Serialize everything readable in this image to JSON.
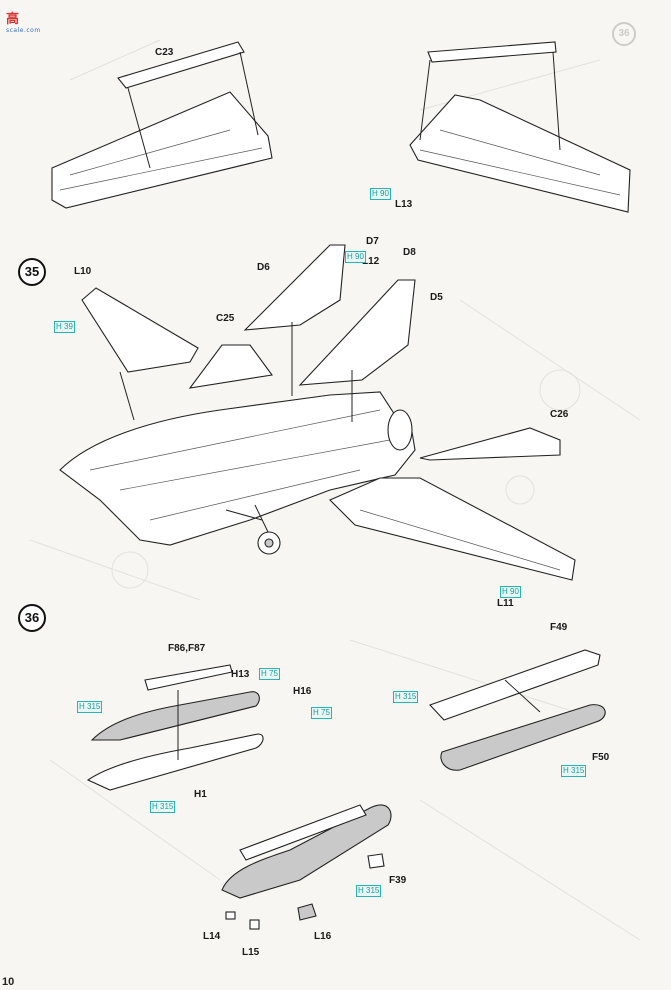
{
  "header": {
    "logo_text": "高",
    "logo_sub": "scale.com",
    "ghost_step": "36"
  },
  "steps": {
    "step35": "35",
    "step36": "36"
  },
  "labels": {
    "c23": "C23",
    "l13": "L13",
    "d7": "D7",
    "d8": "D8",
    "d6": "D6",
    "l12": "L12",
    "l10": "L10",
    "d5": "D5",
    "c25": "C25",
    "c26": "C26",
    "l11": "L11",
    "f49": "F49",
    "f86": "F86,F87",
    "h13": "H13",
    "h16": "H16",
    "h1": "H1",
    "f50": "F50",
    "f39": "F39",
    "l14": "L14",
    "l15": "L15",
    "l16": "L16"
  },
  "paint": {
    "p1": "H 90",
    "p2": "H 90",
    "p3": "H 39",
    "p4": "H 90",
    "p5": "H 75",
    "p6": "H 315",
    "p7": "H 75",
    "p8": "H 315",
    "p9": "H 315",
    "p10": "H 315",
    "p11": "H 315"
  },
  "page_number": "10"
}
